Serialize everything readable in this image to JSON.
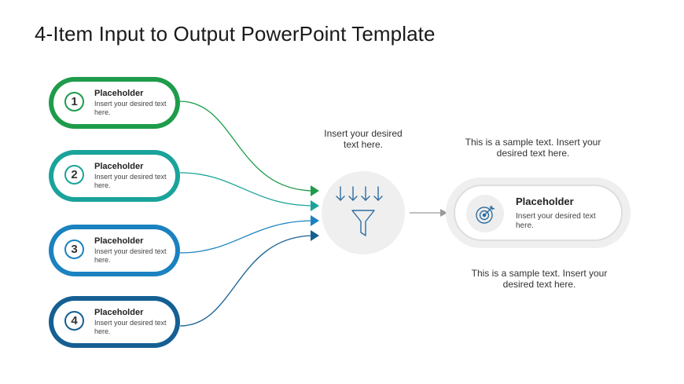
{
  "title": "4-Item Input to Output PowerPoint Template",
  "inputs": [
    {
      "number": "1",
      "heading": "Placeholder",
      "text": "Insert your desired text here.",
      "color": "#1e9c4b"
    },
    {
      "number": "2",
      "heading": "Placeholder",
      "text": "Insert your desired text here.",
      "color": "#1aa39a"
    },
    {
      "number": "3",
      "heading": "Placeholder",
      "text": "Insert your desired text here.",
      "color": "#1b82c0"
    },
    {
      "number": "4",
      "heading": "Placeholder",
      "text": "Insert your desired text here.",
      "color": "#155f93"
    }
  ],
  "process": {
    "text": "Insert your desired text here.",
    "icon": "funnel-icon"
  },
  "output": {
    "heading": "Placeholder",
    "text": "Insert your desired text here.",
    "icon": "target-icon"
  },
  "notes": {
    "top": "This is a sample text. Insert your desired text here.",
    "bottom": "This is a sample text. Insert your desired text here."
  },
  "colors": {
    "neutral_gray": "#efefef",
    "icon_blue": "#2f6ea0"
  }
}
